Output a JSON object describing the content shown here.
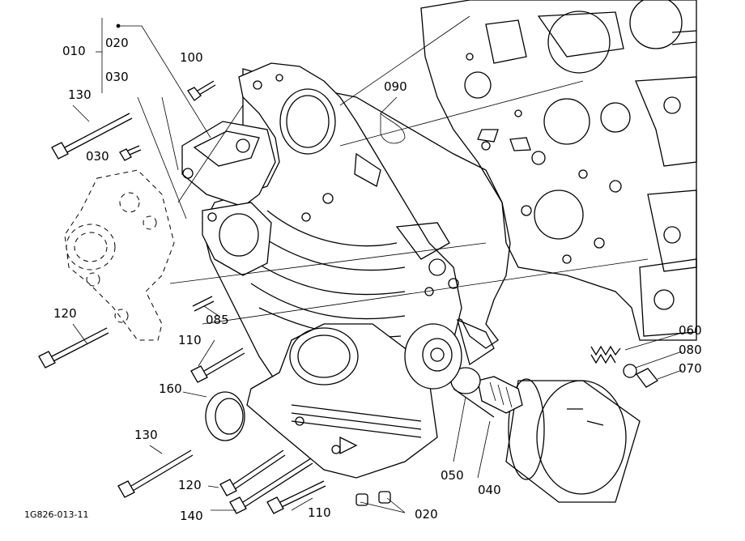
{
  "diagram": {
    "doc_code": "1G826-013-11",
    "callouts": {
      "p010": "010",
      "p020a": "020",
      "p030a": "030",
      "p100": "100",
      "p130a": "130",
      "p030b": "030",
      "p090": "090",
      "p120a": "120",
      "p085": "085",
      "p110a": "110",
      "p160": "160",
      "p060": "060",
      "p080": "080",
      "p070": "070",
      "p130b": "130",
      "p050": "050",
      "p040": "040",
      "p120b": "120",
      "p140": "140",
      "p110b": "110",
      "p020b": "020"
    }
  }
}
